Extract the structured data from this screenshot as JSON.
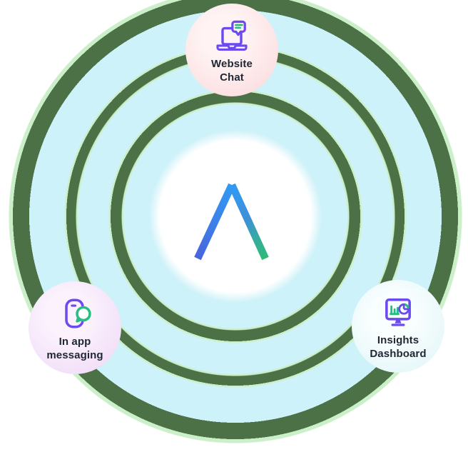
{
  "diagram": {
    "title_hint": "concentric feature rings with center brand logo",
    "logo": {
      "name": "brand-chevron-logo"
    },
    "badges": [
      {
        "id": "website-chat",
        "icon": "laptop-chat-icon",
        "line1": "Website",
        "line2": "Chat"
      },
      {
        "id": "in-app-messaging",
        "icon": "phone-chat-icon",
        "line1": "In app",
        "line2": "messaging"
      },
      {
        "id": "insights-dashboard",
        "icon": "monitor-chart-icon",
        "line1": "Insights",
        "line2": "Dashboard"
      }
    ],
    "colors": {
      "ring-cyan": "#CEF2F9",
      "ring-gap": "#4D7147",
      "ring-fringe": "#CBEFC9",
      "icon-purple": "#6B4AF0",
      "icon-green": "#27BE82",
      "text-dark": "#1F2733",
      "badge-pink-light": "#FFF3F3",
      "badge-pink": "#FBD9DC",
      "badge-lavender-light": "#FBF2FD",
      "badge-lavender": "#EFD8F7",
      "badge-mint-light": "#F9FEFE",
      "badge-mint": "#E0F5F9",
      "logo-blue": "#2F9BF4",
      "logo-indigo": "#4A63DC",
      "logo-green": "#2FBA78"
    }
  }
}
